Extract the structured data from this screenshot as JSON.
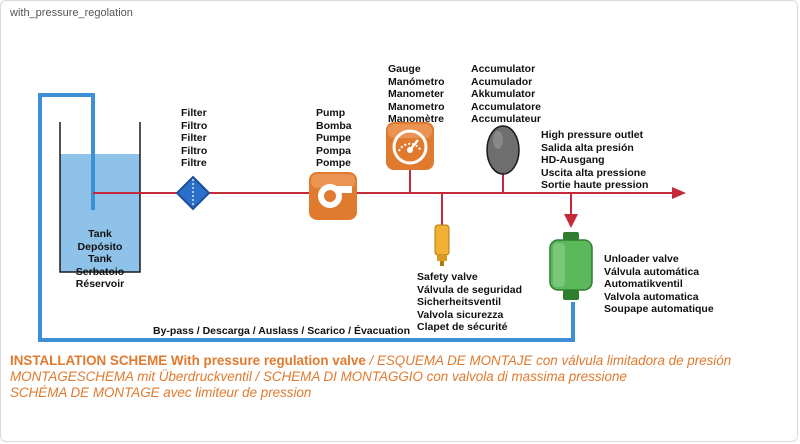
{
  "file_label": "with_pressure_regolation",
  "colors": {
    "pipe_blue": "#3d8fd6",
    "pipe_red": "#c42a3a",
    "water": "#8ec2e8",
    "orange": "#e07a2e",
    "green": "#5bb85b",
    "accumulator": "#6e6e6e",
    "safety_valve": "#f2b132",
    "filter": "#1f4e9c"
  },
  "labels": {
    "filter": [
      "Filter",
      "Filtro",
      "Filter",
      "Filtro",
      "Filtre"
    ],
    "pump": [
      "Pump",
      "Bomba",
      "Pumpe",
      "Pompa",
      "Pompe"
    ],
    "gauge": [
      "Gauge",
      "Manómetro",
      "Manometer",
      "Manometro",
      "Manomètre"
    ],
    "accumulator": [
      "Accumulator",
      "Acumulador",
      "Akkumulator",
      "Accumulatore",
      "Accumulateur"
    ],
    "high_pressure": [
      "High pressure outlet",
      "Salida alta presión",
      "HD-Ausgang",
      "Uscita alta pressione",
      "Sortie haute pression"
    ],
    "tank": [
      "Tank",
      "Depósito",
      "Tank",
      "Serbatoio",
      "Réservoir"
    ],
    "safety_valve": [
      "Safety valve",
      "Válvula de seguridad",
      "Sicherheitsventil",
      "Valvola sicurezza",
      "Clapet de sécurité"
    ],
    "unloader_valve": [
      "Unloader valve",
      "Válvula automática",
      "Automatikventil",
      "Valvola automatica",
      "Soupape automatique"
    ],
    "bypass": "By-pass / Descarga / Auslass / Scarico / Évacuation"
  },
  "caption": {
    "strong": "INSTALLATION SCHEME With pressure regulation valve",
    "rest_line1": " / ESQUEMA DE MONTAJE con válvula limitadora de presión",
    "line2": "MONTAGESCHEMA mit Überdruckventil / SCHEMA DI MONTAGGIO con valvola di massima pressione",
    "line3": "SCHÉMA DE MONTAGE avec limiteur de pression"
  }
}
